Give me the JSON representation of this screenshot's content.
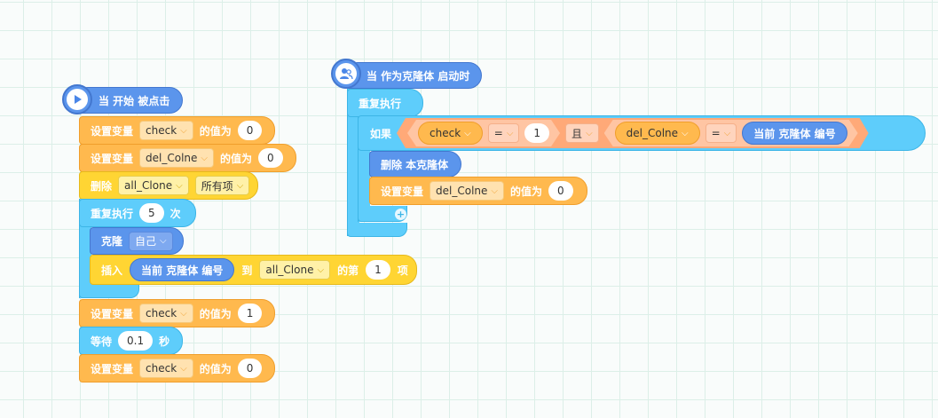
{
  "scripts": {
    "script1": {
      "hat_label": "当 开始 被点击",
      "set1": {
        "prefix": "设置变量",
        "var": "check",
        "mid": "的值为",
        "value": "0"
      },
      "set2": {
        "prefix": "设置变量",
        "var": "del_Colne",
        "mid": "的值为",
        "value": "0"
      },
      "delete": {
        "prefix": "删除",
        "list": "all_Clone",
        "item": "所有项"
      },
      "repeat": {
        "prefix": "重复执行",
        "count": "5",
        "suffix": "次"
      },
      "clone": {
        "prefix": "克隆",
        "target": "自己"
      },
      "insert": {
        "prefix": "插入",
        "reporter": "当前 克隆体 编号",
        "to": "到",
        "list": "all_Clone",
        "of": "的第",
        "index": "1",
        "suffix": "项"
      },
      "set3": {
        "prefix": "设置变量",
        "var": "check",
        "mid": "的值为",
        "value": "1"
      },
      "wait": {
        "prefix": "等待",
        "value": "0.1",
        "suffix": "秒"
      },
      "set4": {
        "prefix": "设置变量",
        "var": "check",
        "mid": "的值为",
        "value": "0"
      }
    },
    "script2": {
      "hat_label": "当 作为克隆体 启动时",
      "forever_label": "重复执行",
      "if_label": "如果",
      "cond1": {
        "var": "check",
        "op": "=",
        "value": "1"
      },
      "and_label": "且",
      "cond2": {
        "var": "del_Colne",
        "op": "=",
        "reporter": "当前 克隆体 编号"
      },
      "delete_clone": "删除 本克隆体",
      "set": {
        "prefix": "设置变量",
        "var": "del_Colne",
        "mid": "的值为",
        "value": "0"
      },
      "plus": "+"
    }
  },
  "icons": {
    "start": "play-icon",
    "clone_hat": "user-icon",
    "dropdown": "chevron-down-icon"
  },
  "colors": {
    "variables": "#ffb94e",
    "lists": "#ffd533",
    "control": "#5ecdfb",
    "events": "#5b95ec"
  }
}
